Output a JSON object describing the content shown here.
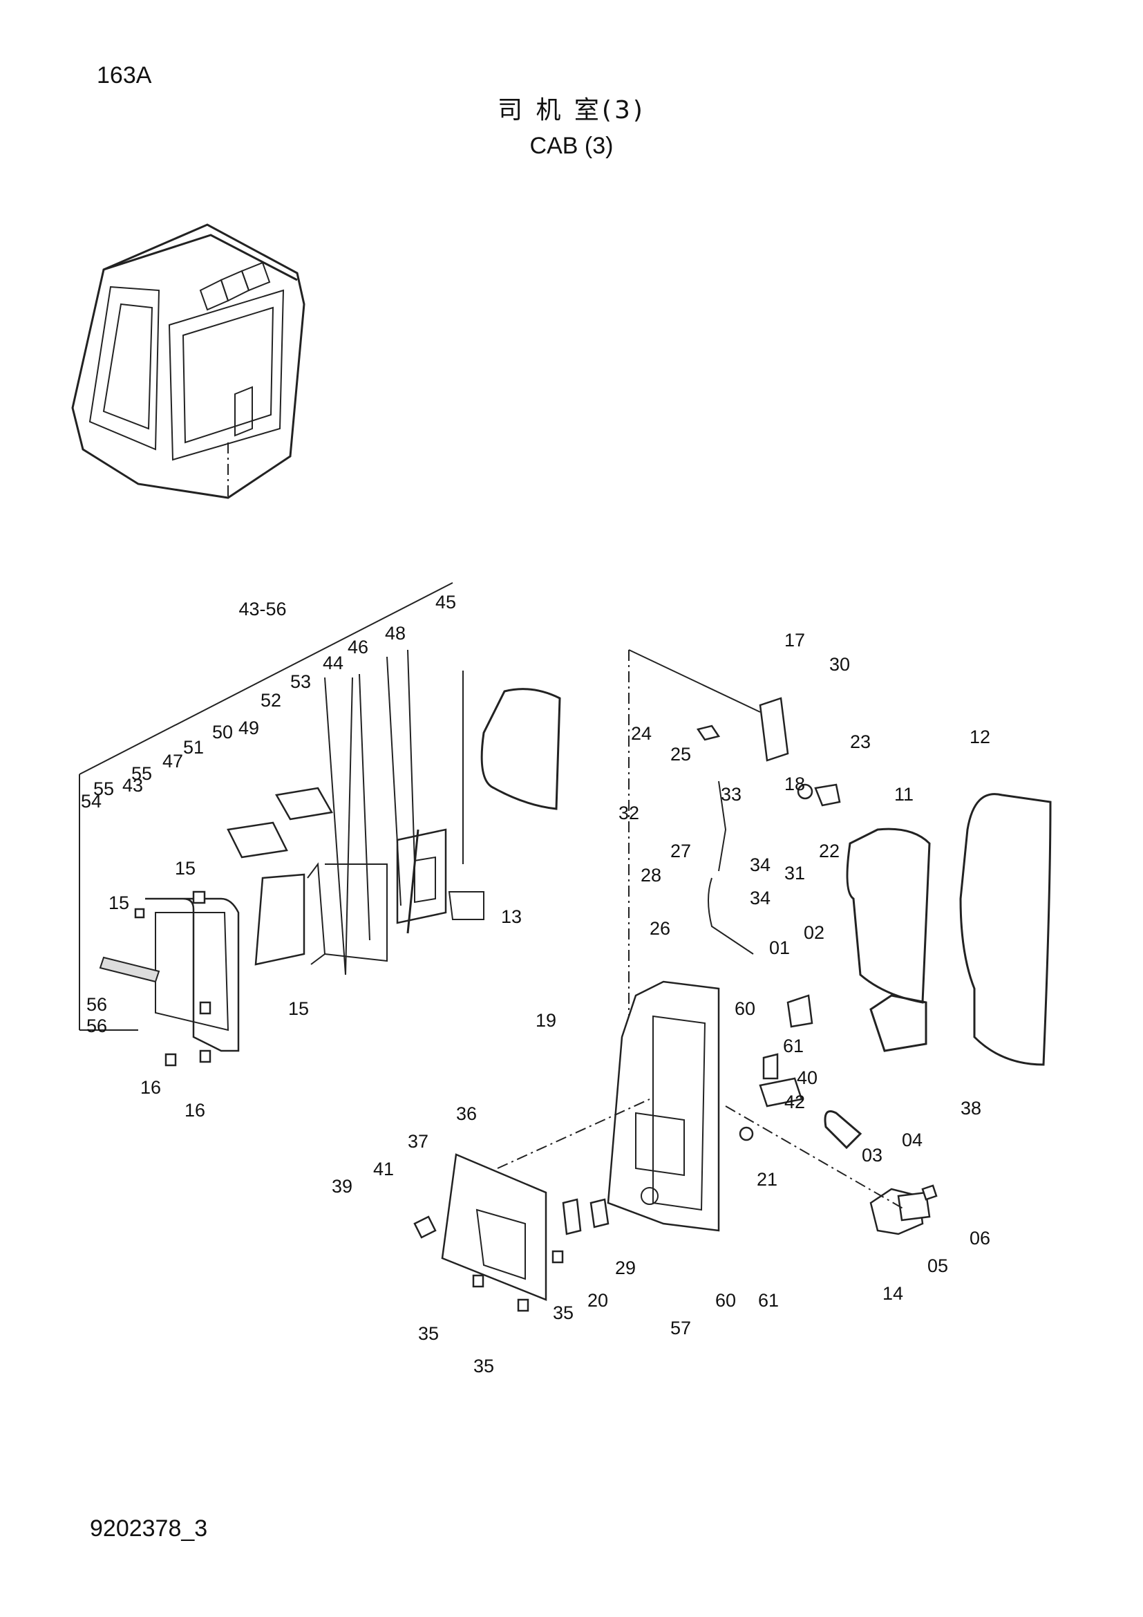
{
  "page_id": "163A",
  "title_zh": "司 机 室(3)",
  "title_en": "CAB  (3)",
  "doc_number": "9202378_3",
  "callouts": [
    "43-56",
    "45",
    "53",
    "44",
    "46",
    "48",
    "52",
    "49",
    "50",
    "51",
    "47",
    "55",
    "43",
    "55",
    "54",
    "15",
    "15",
    "15",
    "56",
    "56",
    "16",
    "16",
    "13",
    "17",
    "30",
    "24",
    "25",
    "23",
    "12",
    "32",
    "18",
    "11",
    "33",
    "28",
    "27",
    "34",
    "31",
    "22",
    "34",
    "26",
    "01",
    "02",
    "19",
    "60",
    "61",
    "40",
    "42",
    "04",
    "03",
    "21",
    "06",
    "05",
    "14",
    "38",
    "36",
    "37",
    "41",
    "39",
    "20",
    "29",
    "35",
    "35",
    "35",
    "57",
    "60",
    "61"
  ]
}
